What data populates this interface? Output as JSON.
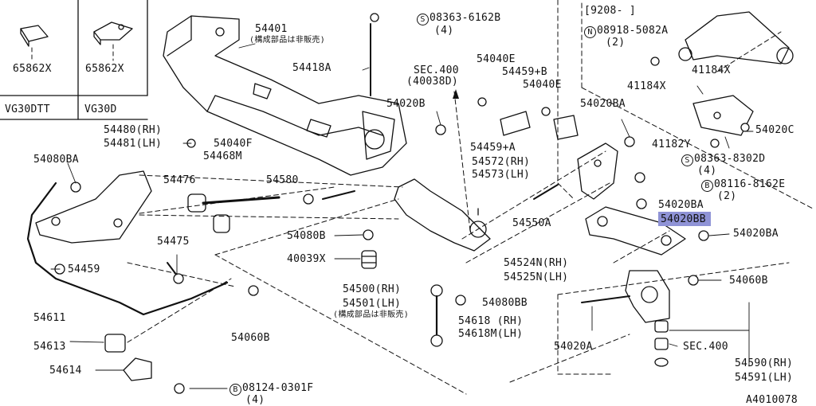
{
  "diagram_id": "A4010078",
  "variants": {
    "left": {
      "part": "65862X",
      "engine": "VG30DTT"
    },
    "right": {
      "part": "65862X",
      "engine": "VG30D"
    }
  },
  "date_code": "[9208-      ]",
  "highlight_color": "#8f93d6",
  "labels": {
    "p54401": "54401",
    "p54401_note": "(構成部品は非販売)",
    "s08363_6162B": "08363-6162B",
    "s08363_6162B_qty": "(4)",
    "n08918_5082A": "08918-5082A",
    "n08918_5082A_qty": "(2)",
    "p54418A": "54418A",
    "sec400_top": "SEC.400",
    "sec400_top_ref": "(40038D)",
    "p54040E_1": "54040E",
    "p54459B": "54459+B",
    "p54040E_2": "54040E",
    "p54020B_top": "54020B",
    "p54020BA_top": "54020BA",
    "p41184X_1": "41184X",
    "p41184X_2": "41184X",
    "p41182Y": "41182Y",
    "p54020C": "54020C",
    "s08363_8302D": "08363-8302D",
    "s08363_8302D_qty": "(4)",
    "b08116_8162E": "08116-8162E",
    "b08116_8162E_qty": "(2)",
    "p54480": "54480(RH)",
    "p54481": "54481(LH)",
    "p54040F": "54040F",
    "p54468M": "54468M",
    "p54080BA": "54080BA",
    "p54476": "54476",
    "p54580": "54580",
    "p54459A": "54459+A",
    "p54572": "54572(RH)",
    "p54573": "54573(LH)",
    "p54020BA_mid": "54020BA",
    "p54020BB": "54020BB",
    "p54020BA_right": "54020BA",
    "p54550A": "54550A",
    "p54080B": "54080B",
    "p54475": "54475",
    "p40039X": "40039X",
    "p54459": "54459",
    "p54524N": "54524N(RH)",
    "p54525N": "54525N(LH)",
    "p54500": "54500(RH)",
    "p54501": "54501(LH)",
    "p54501_note": "(構成部品は非販売)",
    "p54060B_right": "54060B",
    "p54611": "54611",
    "p54080BB": "54080BB",
    "p54618": "54618  (RH)",
    "p54618M": "54618M(LH)",
    "p54020A": "54020A",
    "p54060B_left": "54060B",
    "sec400_bottom": "SEC.400",
    "p54613": "54613",
    "p54614": "54614",
    "p54590": "54590(RH)",
    "p54591": "54591(LH)",
    "b08124_0301F": "08124-0301F",
    "b08124_0301F_qty": "(4)"
  },
  "circle_letters": {
    "s": "S",
    "n": "N",
    "b": "B"
  },
  "icons": [
    "bolt-icon",
    "nut-icon",
    "bushing-icon",
    "ball-joint-icon",
    "washer-icon"
  ]
}
